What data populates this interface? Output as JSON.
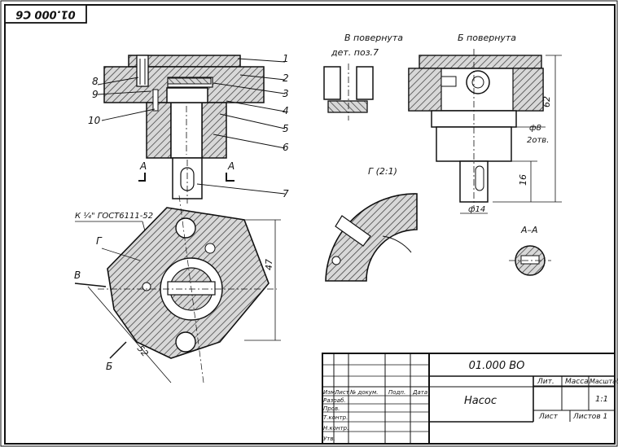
{
  "corner_code": "01.000 С6",
  "view_labels": {
    "view_b": "В повернута",
    "view_b_detail": "дет. поз.7",
    "view_bb": "Б повернута",
    "section_g": "Г (2:1)",
    "section_aa": "А–А",
    "cut_a_left": "А",
    "cut_a_right": "А",
    "arrow_v": "В",
    "arrow_b": "Б",
    "detail_g": "Г",
    "thread_note": "К ¼\" ГОСТ6111-52"
  },
  "callouts": [
    "1",
    "2",
    "3",
    "4",
    "5",
    "6",
    "7",
    "8",
    "9",
    "10"
  ],
  "dimensions": {
    "height_62": "62",
    "hole_d8": "ф8",
    "holes_count": "2отв.",
    "shaft_16": "16",
    "shaft_d14": "ф14",
    "width_47": "47",
    "diag_52": "52"
  },
  "title_block": {
    "designation": "01.000 ВО",
    "name": "Насос",
    "lit_label": "Лит.",
    "mass_label": "Масса",
    "scale_label": "Масштаб",
    "scale_value": "1:1",
    "sheet_label": "Лист",
    "sheets_label": "Листов 1",
    "col_izm": "Изм.",
    "col_list": "Лист",
    "col_doc": "№ докум.",
    "col_sign": "Подп.",
    "col_date": "Дата",
    "row_razrab": "Разраб.",
    "row_prov": "Пров.",
    "row_tkontr": "Т.контр.",
    "row_nkontr": "Н.контр.",
    "row_utv": "Утв."
  }
}
